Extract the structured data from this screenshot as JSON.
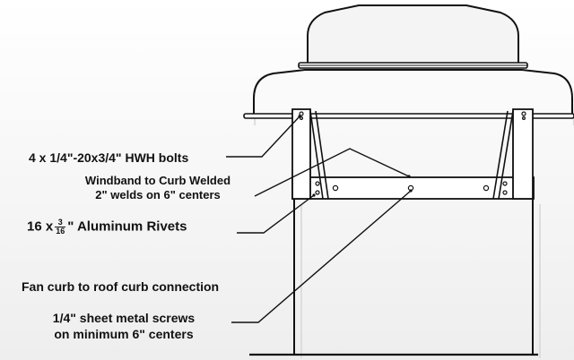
{
  "labels": {
    "bolts": "4 x 1/4\"-20x3/4\" HWH bolts",
    "windband_line1": "Windband to Curb Welded",
    "windband_line2": "2\" welds on 6\" centers",
    "rivets_prefix": "16 x",
    "rivets_frac_num": "3",
    "rivets_frac_den": "16",
    "rivets_suffix": "\" Aluminum Rivets",
    "fan_curb": "Fan curb to roof curb connection",
    "screws_line1": "1/4\" sheet metal screws",
    "screws_line2": "on minimum 6\" centers"
  },
  "colors": {
    "line": "#111111",
    "fill": "#ffffff",
    "dome_fill": "#f4f4f4",
    "shadow": "#dcdcdc"
  }
}
